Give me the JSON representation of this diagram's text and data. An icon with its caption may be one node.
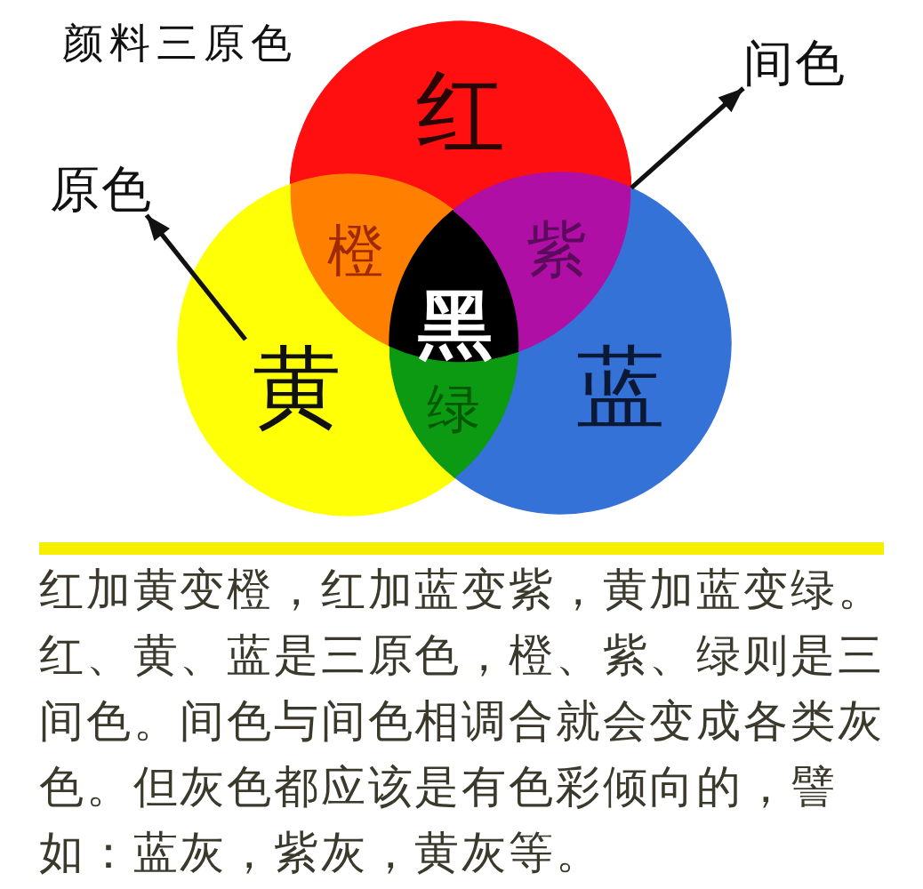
{
  "diagram": {
    "title": "颜料三原色",
    "nodes": [
      {
        "text": [
          "红"
        ]
      },
      {
        "text": [
          "间色"
        ]
      },
      {
        "text": [
          "原色"
        ]
      },
      {
        "text": [
          "橙"
        ]
      },
      {
        "text": [
          "黑"
        ]
      },
      {
        "text": [
          "紫"
        ]
      },
      {
        "text": [
          "黄"
        ]
      },
      {
        "text": [
          "绿"
        ]
      },
      {
        "text": [
          "蓝"
        ]
      }
    ],
    "edges": [
      {
        "from": 6,
        "to": 2,
        "arrow": "to"
      },
      {
        "from": 5,
        "to": 1,
        "arrow": "to"
      }
    ],
    "caption": "红加黄变橙，红加蓝变紫，黄加蓝变绿。红、黄、蓝是三原色，橙、紫、绿则是三间色。间色与间色相调合就会变成各类灰色。但灰色都应该是有色彩倾向的，譬如：蓝灰，紫灰，黄灰等。"
  }
}
